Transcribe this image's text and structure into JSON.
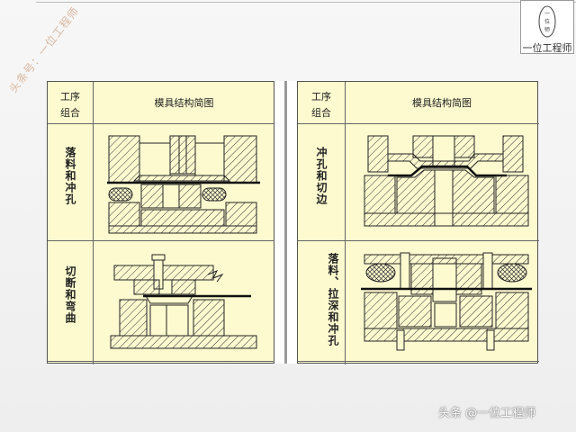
{
  "logo": {
    "circle_top": "一",
    "circle_mid": "位",
    "circle_bottom": "师",
    "caption": "一位工程师"
  },
  "watermark": "头条号：一位工程师",
  "table": {
    "left": {
      "head_process": "工序组合",
      "head_process_line1": "工序",
      "head_process_line2": "组合",
      "head_diagram": "模具结构简图",
      "rows": [
        {
          "process": "落料和冲孔",
          "icon": "blanking-punching-die-drawing"
        },
        {
          "process": "切断和弯曲",
          "icon": "cutoff-bending-die-drawing"
        }
      ]
    },
    "right": {
      "head_process_line1": "工序",
      "head_process_line2": "组合",
      "head_diagram": "模具结构简图",
      "rows": [
        {
          "process": "冲孔和切边",
          "icon": "punching-trimming-die-drawing"
        },
        {
          "process": "落料、拉深和冲孔",
          "icon": "blanking-drawing-punching-die-drawing"
        }
      ]
    }
  },
  "footer": "头条 @一位工程师",
  "colors": {
    "cell_bg": "#fdfad0",
    "hatch": "#333333",
    "line": "#555555"
  }
}
